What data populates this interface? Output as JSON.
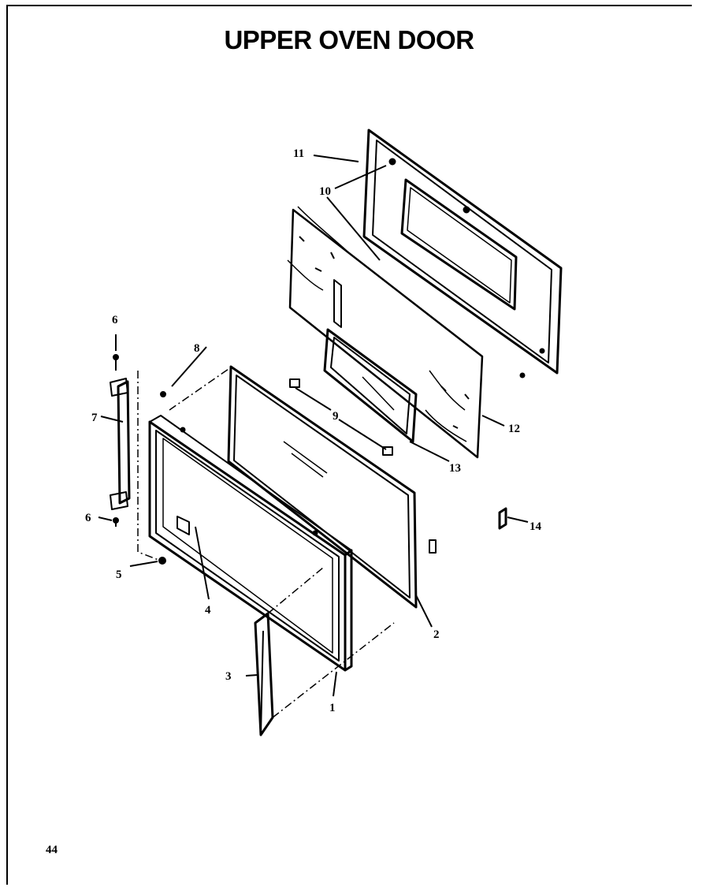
{
  "title": "UPPER OVEN DOOR",
  "page_number": "44",
  "callouts": {
    "c1": "1",
    "c2": "2",
    "c3": "3",
    "c4": "4",
    "c5": "5",
    "c6a": "6",
    "c6b": "6",
    "c7": "7",
    "c8": "8",
    "c9": "9",
    "c10": "10",
    "c11": "11",
    "c12": "12",
    "c13": "13",
    "c14": "14"
  }
}
